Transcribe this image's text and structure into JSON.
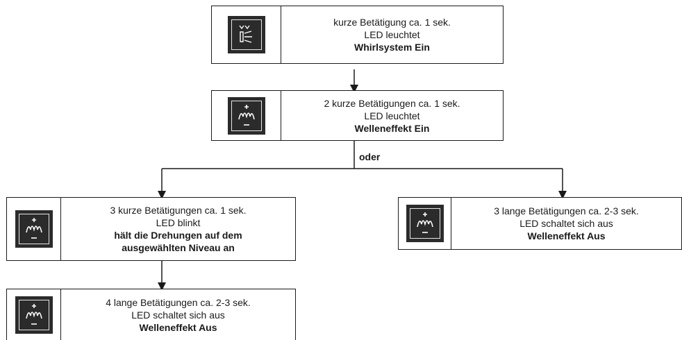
{
  "nodes": [
    {
      "id": "n1",
      "icon": "whirl-jets-icon",
      "line1": "kurze Betätigung ca. 1 sek.",
      "line2": "LED leuchtet",
      "bold": "Whirlsystem Ein"
    },
    {
      "id": "n2",
      "icon": "wave-plus-minus-icon",
      "line1": "2 kurze Betätigungen ca. 1 sek.",
      "line2": "LED leuchtet",
      "bold": "Welleneffekt Ein"
    },
    {
      "id": "n3",
      "icon": "wave-plus-minus-icon",
      "line1": "3 kurze Betätigungen ca. 1 sek.",
      "line2": "LED blinkt",
      "bold": "hält die Drehungen auf dem",
      "bold2": "ausgewählten Niveau an"
    },
    {
      "id": "n4",
      "icon": "wave-plus-minus-icon",
      "line1": "3 lange Betätigungen ca. 2-3 sek.",
      "line2": "LED schaltet sich aus",
      "bold": "Welleneffekt Aus"
    },
    {
      "id": "n5",
      "icon": "wave-plus-minus-icon",
      "line1": "4 lange Betätigungen ca. 2-3 sek.",
      "line2": "LED schaltet sich aus",
      "bold": "Welleneffekt Aus"
    }
  ],
  "branch_label": "oder"
}
